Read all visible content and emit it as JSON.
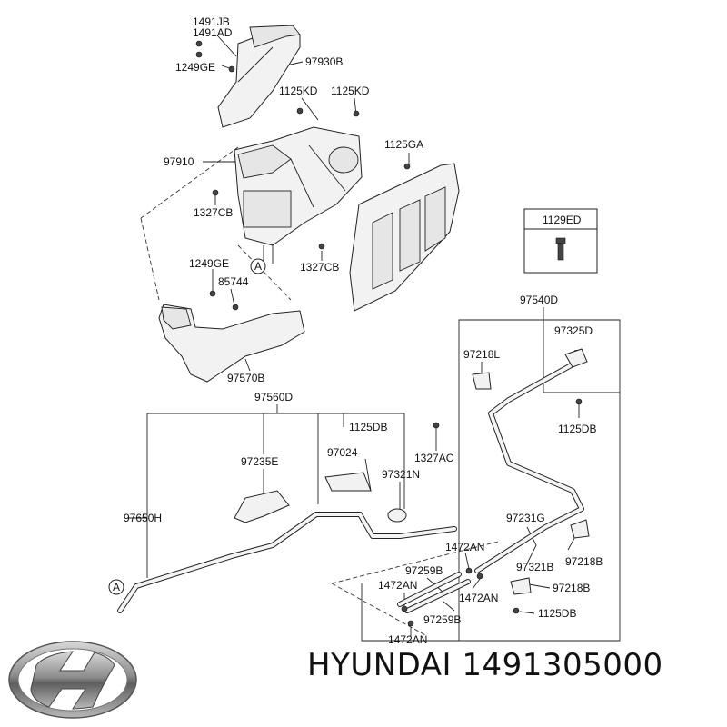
{
  "diagram": {
    "labels": {
      "p1491JB": "1491JB",
      "p1491AD": "1491AD",
      "p1249GE_top": "1249GE",
      "p97930B": "97930B",
      "p1125KD_a": "1125KD",
      "p1125KD_b": "1125KD",
      "p97910": "97910",
      "p1125GA": "1125GA",
      "p1327CB_a": "1327CB",
      "p1129ED": "1129ED",
      "p1249GE_mid": "1249GE",
      "p1327CB_b": "1327CB",
      "p85744": "85744",
      "p97540D": "97540D",
      "p97325D": "97325D",
      "p97218L": "97218L",
      "p97570B": "97570B",
      "p97560D": "97560D",
      "p1125DB_a": "1125DB",
      "p1125DB_b": "1125DB",
      "p97024": "97024",
      "p1327AC": "1327AC",
      "p97235E": "97235E",
      "p97321N": "97321N",
      "p97650H": "97650H",
      "p97231G": "97231G",
      "p1472AN_a": "1472AN",
      "p97218B_a": "97218B",
      "p97259B_a": "97259B",
      "p97321B": "97321B",
      "p1472AN_b": "1472AN",
      "p97218B_b": "97218B",
      "p1472AN_c": "1472AN",
      "p97259B_b": "97259B",
      "p1125DB_c": "1125DB",
      "p1472AN_d": "1472AN"
    },
    "markers": {
      "a1": "A",
      "a2": "A"
    }
  },
  "brand": {
    "caption": "HYUNDAI 1491305000"
  }
}
